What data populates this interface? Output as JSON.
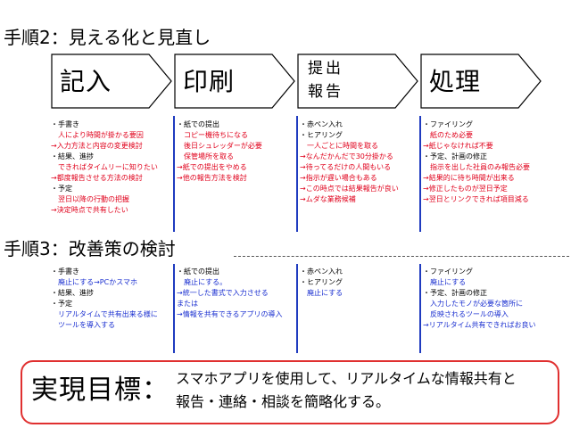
{
  "colors": {
    "black": "#000000",
    "red": "#e0001b",
    "blue": "#1a2fd0",
    "goal_border": "#e03030"
  },
  "step2": {
    "heading": "手順2：見える化と見直し"
  },
  "step3": {
    "heading": "手順3：改善策の検討"
  },
  "chevrons": [
    {
      "lines": [
        "記入"
      ]
    },
    {
      "lines": [
        "印刷"
      ]
    },
    {
      "lines": [
        "提出",
        "報告"
      ]
    },
    {
      "lines": [
        "処理"
      ]
    }
  ],
  "step2_columns": [
    [
      {
        "t": "・手書き",
        "c": "black"
      },
      {
        "t": "　人により時間が掛かる要因",
        "c": "red"
      },
      {
        "t": "→入力方法と内容の変更検討",
        "c": "red"
      },
      {
        "t": "・結果、進捗",
        "c": "black"
      },
      {
        "t": "　できればタイムリーに知りたい",
        "c": "red"
      },
      {
        "t": "→都度報告させる方法の検討",
        "c": "red"
      },
      {
        "t": "・予定",
        "c": "black"
      },
      {
        "t": "　翌日以降の行動の把握",
        "c": "red"
      },
      {
        "t": "→決定時点で共有したい",
        "c": "red"
      }
    ],
    [
      {
        "t": "・紙での提出",
        "c": "black"
      },
      {
        "t": "　コピー機待ちになる",
        "c": "red"
      },
      {
        "t": "　後日シュレッダーが必要",
        "c": "red"
      },
      {
        "t": "　保管場所を取る",
        "c": "red"
      },
      {
        "t": "→紙での提出をやめる",
        "c": "red"
      },
      {
        "t": "→他の報告方法を検討",
        "c": "red"
      }
    ],
    [
      {
        "t": "・赤ペン入れ",
        "c": "black"
      },
      {
        "t": "・ヒアリング",
        "c": "black"
      },
      {
        "t": "　一人ごとに時間を取る",
        "c": "red"
      },
      {
        "t": "→なんだかんだで30分掛かる",
        "c": "red"
      },
      {
        "t": "→待ってるだけの人間もいる",
        "c": "red"
      },
      {
        "t": "→指示が遅い場合もある",
        "c": "red"
      },
      {
        "t": "→この時点では結果報告が良い",
        "c": "red"
      },
      {
        "t": "→ムダな業務候補",
        "c": "red"
      }
    ],
    [
      {
        "t": "・ファイリング",
        "c": "black"
      },
      {
        "t": "　紙のため必要",
        "c": "red"
      },
      {
        "t": "→紙じゃなければ不要",
        "c": "red"
      },
      {
        "t": "・予定、計画の修正",
        "c": "black"
      },
      {
        "t": "　指示を出した社員のみ報告必要",
        "c": "red"
      },
      {
        "t": "→結果的に待ち時間が出来る",
        "c": "red"
      },
      {
        "t": "→修正したものが翌日予定",
        "c": "red"
      },
      {
        "t": "→翌日とリンクできれば項目減る",
        "c": "red"
      }
    ]
  ],
  "step3_columns": [
    [
      {
        "t": "・手書き",
        "c": "black"
      },
      {
        "t": "　廃止にする→PCかスマホ",
        "c": "blue"
      },
      {
        "t": "・結果、進捗",
        "c": "black"
      },
      {
        "t": "・予定",
        "c": "black"
      },
      {
        "t": "　リアルタイムで共有出来る様に",
        "c": "blue"
      },
      {
        "t": "　ツールを導入する",
        "c": "blue"
      }
    ],
    [
      {
        "t": "・紙での提出",
        "c": "black"
      },
      {
        "t": "　廃止にする。",
        "c": "blue"
      },
      {
        "t": "→統一した書式で入力させる",
        "c": "blue"
      },
      {
        "t": "または",
        "c": "blue"
      },
      {
        "t": "→情報を共有できるアプリの導入",
        "c": "blue"
      }
    ],
    [
      {
        "t": "・赤ペン入れ",
        "c": "black"
      },
      {
        "t": "・ヒアリング",
        "c": "black"
      },
      {
        "t": "　廃止にする",
        "c": "blue"
      }
    ],
    [
      {
        "t": "・ファイリング",
        "c": "black"
      },
      {
        "t": "　廃止にする",
        "c": "blue"
      },
      {
        "t": "・予定、計画の修正",
        "c": "black"
      },
      {
        "t": "　入力したモノが必要な箇所に",
        "c": "blue"
      },
      {
        "t": "　反映されるツールの導入",
        "c": "blue"
      },
      {
        "t": "→リアルタイム共有できればお良い",
        "c": "blue"
      }
    ]
  ],
  "goal": {
    "title": "実現目標：",
    "line1": "スマホアプリを使用して、リアルタイムな情報共有と",
    "line2": "報告・連絡・相談を簡略化する。"
  }
}
